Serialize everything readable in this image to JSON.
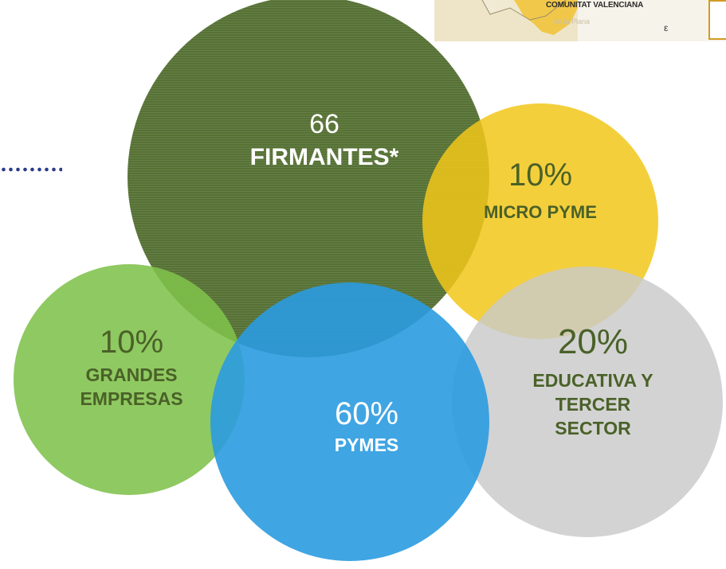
{
  "map": {
    "region_label": "COMUNITAT VALENCIANA",
    "region_label_2": "de la Plana",
    "marker_glyph": "ε"
  },
  "firmantes": {
    "count": "66",
    "label": "FIRMANTES*"
  },
  "segments": {
    "micro_pyme": {
      "percent": "10%",
      "label": "MICRO PYME"
    },
    "grandes_empresas": {
      "percent": "10%",
      "label_line1": "GRANDES",
      "label_line2": "EMPRESAS"
    },
    "pymes": {
      "percent": "60%",
      "label": "PYMES"
    },
    "educativa": {
      "percent": "20%",
      "label_line1": "EDUCATIVA Y",
      "label_line2": "TERCER",
      "label_line3": "SECTOR"
    }
  },
  "colors": {
    "firmantes": "#4f6b2c",
    "micro_pyme": "#f2c71a",
    "grandes_empresas": "#7fc24b",
    "pymes": "#2b9be0",
    "educativa": "#c9c9c9",
    "text_dark": "#4a6128",
    "text_white": "#ffffff",
    "dots": "#2c3d8a"
  }
}
